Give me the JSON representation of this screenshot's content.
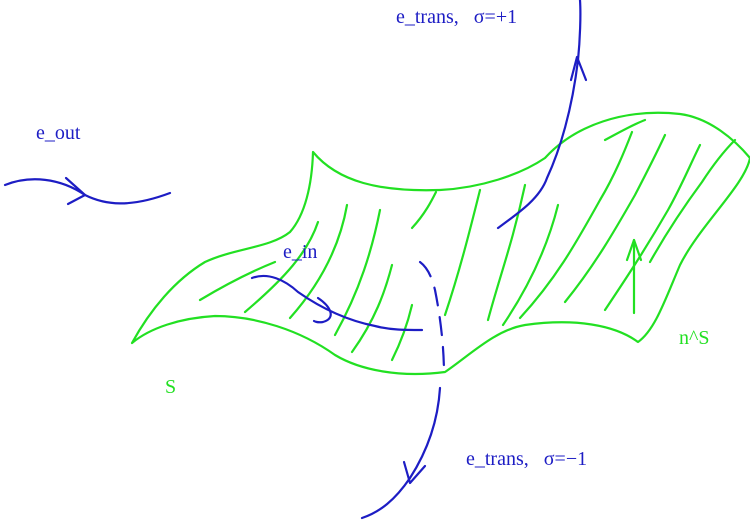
{
  "labels": {
    "e_trans_top": "e_trans,   σ=+1",
    "e_out": "e_out",
    "e_in": "e_in",
    "n_s": "n^S",
    "s": "S",
    "e_trans_bottom": "e_trans,   σ=−1"
  },
  "colors": {
    "edge_curves": "#1d1dc4",
    "surface": "#22e022",
    "background": "#ffffff"
  }
}
